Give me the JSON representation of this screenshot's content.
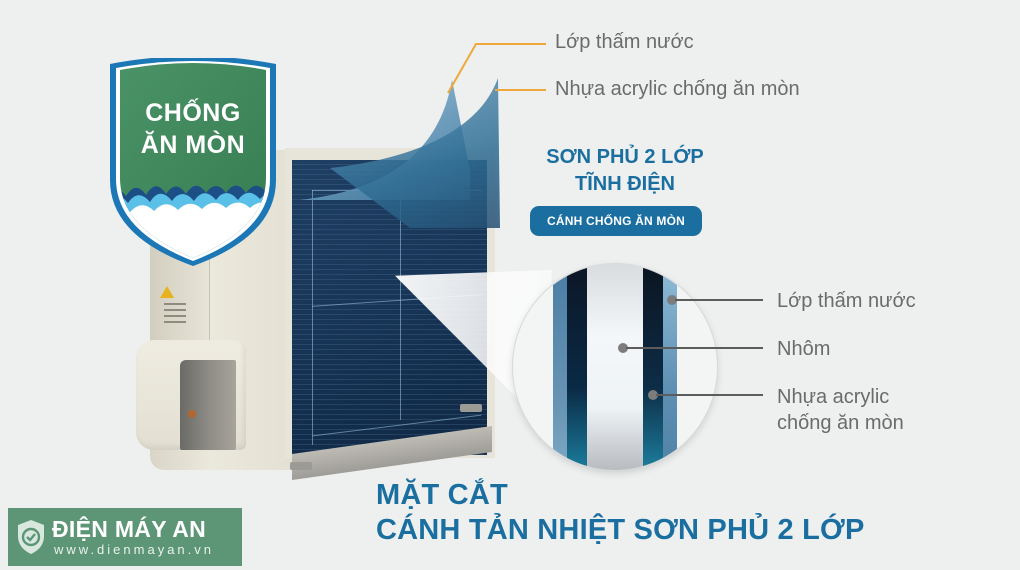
{
  "badge": {
    "line1": "CHỐNG",
    "line2": "ĂN MÒN",
    "colors": {
      "border": "#1b77b5",
      "fill": "#3f8a5d",
      "wave": "#5bc0e8"
    }
  },
  "top_callouts": [
    {
      "label": "Lớp thấm nước"
    },
    {
      "label": "Nhựa acrylic chống ăn mòn"
    }
  ],
  "heading": {
    "line1": "SƠN PHỦ 2 LỚP",
    "line2": "TĨNH ĐIỆN",
    "pill": "CÁNH CHỐNG ĂN MÒN",
    "color": "#1a6fa0"
  },
  "cross_section": {
    "labels": [
      {
        "label": "Lớp thấm nước"
      },
      {
        "label": "Nhôm"
      },
      {
        "label_line1": "Nhựa acrylic",
        "label_line2": "chống ăn mòn"
      }
    ]
  },
  "title": {
    "line1": "MẶT CẮT",
    "line2": "CÁNH TẢN NHIỆT SƠN PHỦ 2 LỚP"
  },
  "logo": {
    "name": "ĐIỆN MÁY AN",
    "url": "www.dienmayan.vn",
    "color": "#5d9577"
  }
}
